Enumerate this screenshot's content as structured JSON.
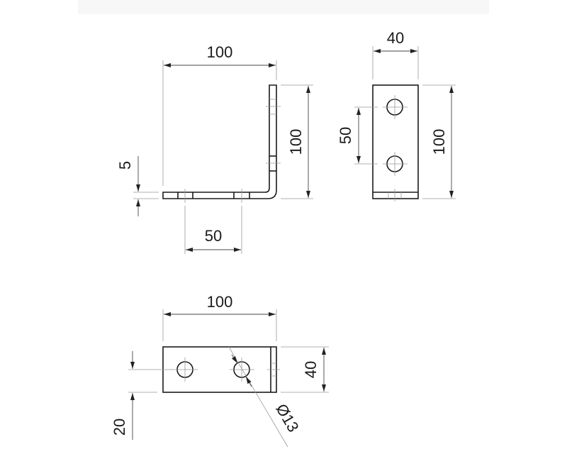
{
  "front_view": {
    "width_dim": "100",
    "height_dim": "100",
    "thickness_dim": "5",
    "hole_spacing_dim": "50"
  },
  "side_view": {
    "width_dim": "40",
    "hole_spacing_dim": "50",
    "height_dim": "100"
  },
  "top_view": {
    "length_dim": "100",
    "width_dim": "40",
    "hole_offset_dim": "20",
    "hole_diameter_dim": "Ø13"
  },
  "colors": {
    "line": "#1a1a1a",
    "dimension": "#444444"
  }
}
